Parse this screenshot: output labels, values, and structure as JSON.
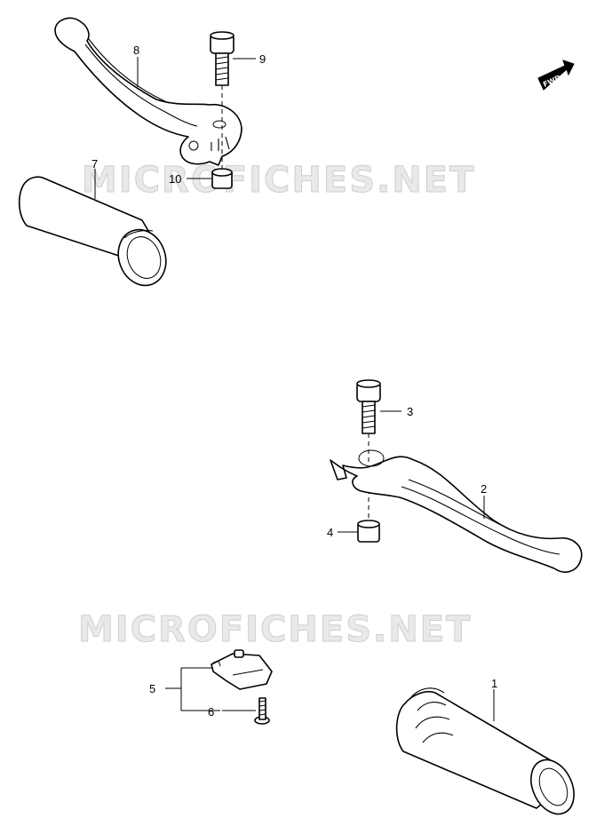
{
  "watermark": {
    "text": "MICROFICHES.NET"
  },
  "fwd_badge": {
    "text": "FWD"
  },
  "callouts": {
    "c1": "1",
    "c2": "2",
    "c3": "3",
    "c4": "4",
    "c5": "5",
    "c6": "6",
    "c7": "7",
    "c8": "8",
    "c9": "9",
    "c10": "10"
  }
}
